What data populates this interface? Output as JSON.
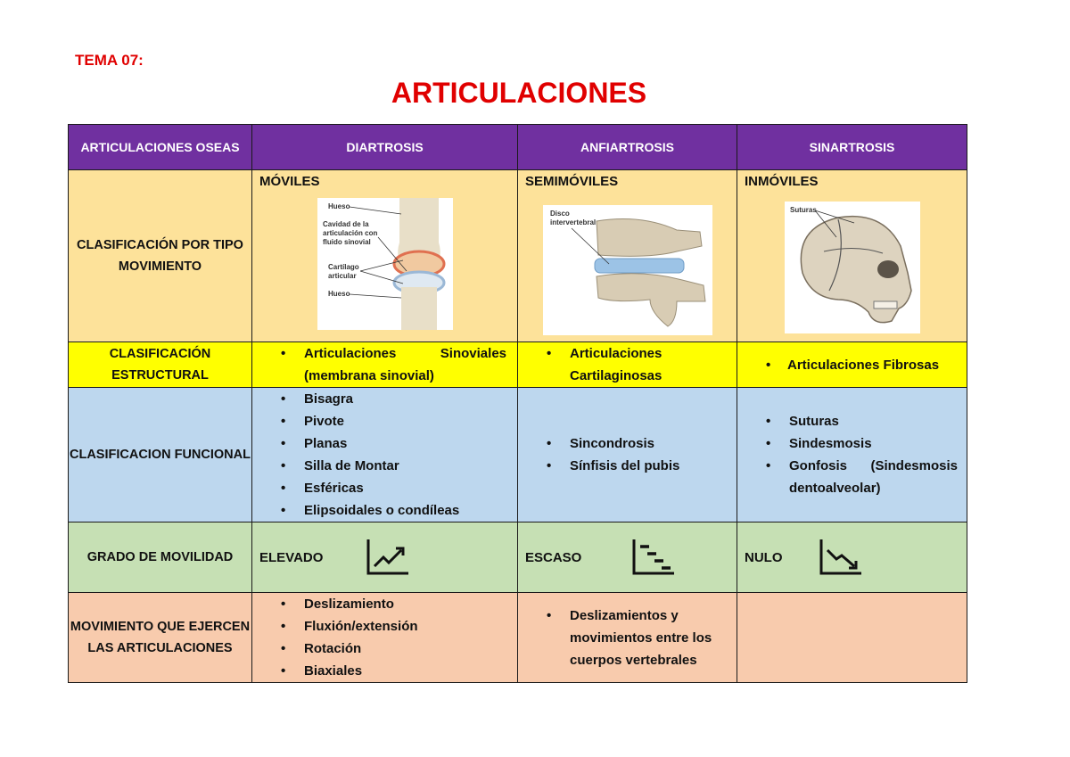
{
  "tema": "TEMA 07:",
  "title": "ARTICULACIONES",
  "header": {
    "c0": "ARTICULACIONES OSEAS",
    "c1": "DIARTROSIS",
    "c2": "ANFIARTROSIS",
    "c3": "SINARTROSIS"
  },
  "movimiento": {
    "label": "CLASIFICACIÓN POR TIPO MOVIMIENTO",
    "c1": "MÓVILES",
    "c2": "SEMIMÓVILES",
    "c3": "INMÓVILES",
    "img1": {
      "hueso_top": "Hueso",
      "cavidad1": "Cavidad de la",
      "cavidad2": "articulación con",
      "cavidad3": "fluido sinovial",
      "cart1": "Cartílago",
      "cart2": "articular",
      "hueso_bottom": "Hueso"
    },
    "img2": {
      "disco1": "Disco",
      "disco2": "intervertebral"
    },
    "img3": {
      "suturas": "Suturas"
    }
  },
  "estructural": {
    "label": "CLASIFICACIÓN ESTRUCTURAL",
    "c1_a": "Articulaciones",
    "c1_b": "Sinoviales",
    "c1_c": "(membrana sinovial)",
    "c2_a": "Articulaciones",
    "c2_b": "Cartilaginosas",
    "c3": "Articulaciones Fibrosas"
  },
  "funcional": {
    "label": "CLASIFICACION FUNCIONAL",
    "c1": [
      "Bisagra",
      "Pivote",
      "Planas",
      "Silla de Montar",
      "Esféricas",
      "Elipsoidales o condíleas"
    ],
    "c2": [
      "Sincondrosis",
      "Sínfisis del pubis"
    ],
    "c3_a": "Suturas",
    "c3_b": "Sindesmosis",
    "c3_c1": "Gonfosis",
    "c3_c2": "(Sindesmosis",
    "c3_c3": "dentoalveolar)"
  },
  "grado": {
    "label": "GRADO DE MOVILIDAD",
    "c1": "ELEVADO",
    "c2": "ESCASO",
    "c3": "NULO",
    "icons": [
      "trend-up-icon",
      "staircase-down-icon",
      "trend-down-icon"
    ]
  },
  "mov_ejercen": {
    "label": "MOVIMIENTO QUE EJERCEN LAS ARTICULACIONES",
    "c1": [
      "Deslizamiento",
      "Fluxión/extensión",
      "Rotación",
      "Biaxiales"
    ],
    "c2": [
      "Deslizamientos y movimientos entre los cuerpos vertebrales"
    ]
  },
  "colors": {
    "header": "#7030a0",
    "title": "#e00000",
    "movimiento": "#fde29a",
    "estructural": "#ffff00",
    "funcional": "#bdd7ee",
    "grado": "#c6e0b4",
    "mov_ejercen": "#f8cbad"
  }
}
